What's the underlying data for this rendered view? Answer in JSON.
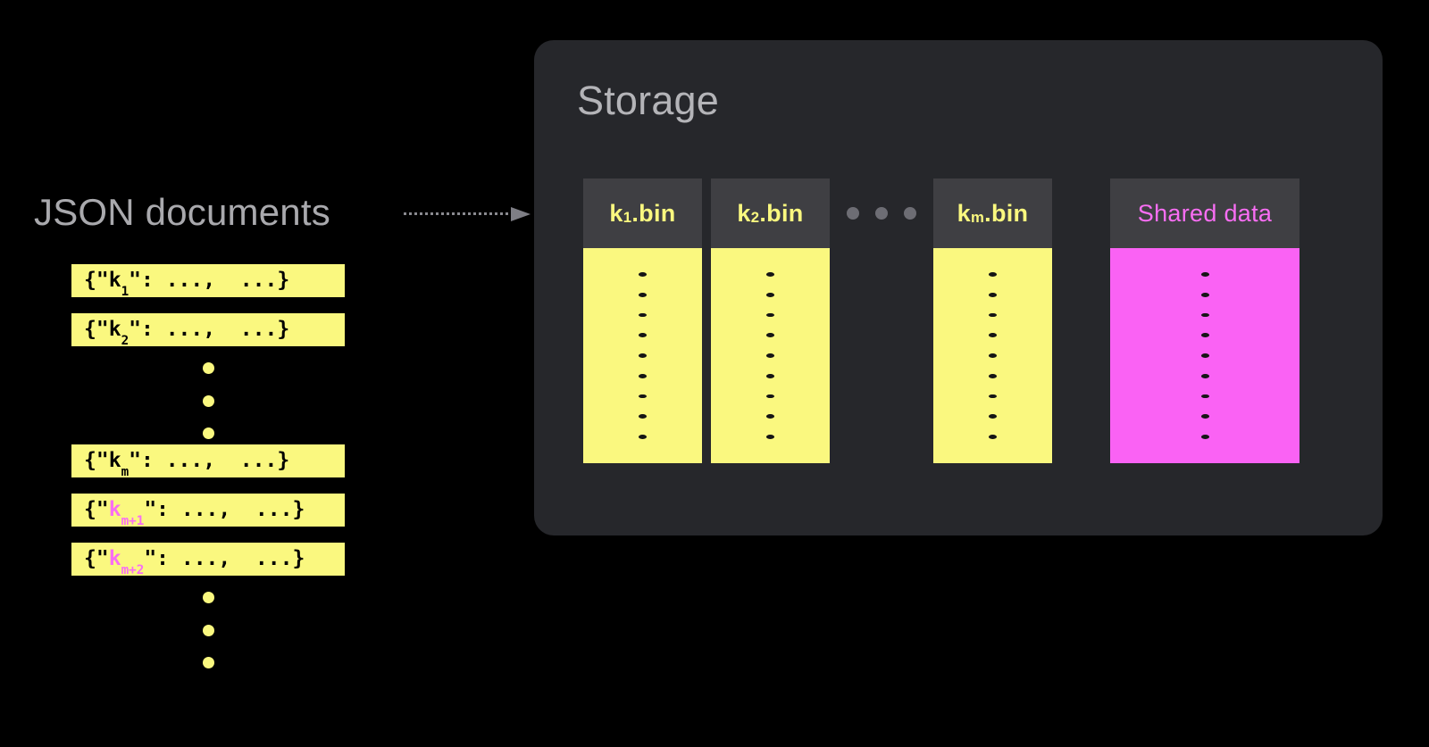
{
  "diagram": {
    "background_color": "#000000",
    "accent_yellow": "#faf87f",
    "accent_magenta": "#fa62f4",
    "panel_color": "#26272b",
    "header_color": "#3f3f43",
    "muted_text_color": "#b4b4b8"
  },
  "left": {
    "label": "JSON documents",
    "documents": [
      {
        "prefix": "{\"",
        "key": "k",
        "subscript": "1",
        "key_color": "black",
        "suffix": "\": ...,  ...}"
      },
      {
        "prefix": "{\"",
        "key": "k",
        "subscript": "2",
        "key_color": "black",
        "suffix": "\": ...,  ...}"
      },
      {
        "prefix": "{\"",
        "key": "k",
        "subscript": "m",
        "key_color": "black",
        "suffix": "\": ...,  ...}"
      },
      {
        "prefix": "{\"",
        "key": "k",
        "subscript": "m+1",
        "key_color": "magenta",
        "suffix": "\": ...,  ...}"
      },
      {
        "prefix": "{\"",
        "key": "k",
        "subscript": "m+2",
        "key_color": "magenta",
        "suffix": "\": ...,  ...}"
      }
    ],
    "ellipsis_dot_count": 3
  },
  "arrow": {
    "style": "dotted",
    "direction": "left-to-right",
    "color": "#8a8a90"
  },
  "storage": {
    "title": "Storage",
    "columns": [
      {
        "name": "k",
        "subscript": "1",
        "extension": ".bin",
        "label": "k1.bin",
        "kind": "bin",
        "body_color": "#faf87f",
        "dot_count": 9
      },
      {
        "name": "k",
        "subscript": "2",
        "extension": ".bin",
        "label": "k2.bin",
        "kind": "bin",
        "body_color": "#faf87f",
        "dot_count": 9
      },
      {
        "name": "k",
        "subscript": "m",
        "extension": ".bin",
        "label": "km.bin",
        "kind": "bin",
        "body_color": "#faf87f",
        "dot_count": 9
      },
      {
        "name": "Shared data",
        "subscript": "",
        "extension": "",
        "label": "Shared data",
        "kind": "shared",
        "body_color": "#fa62f4",
        "dot_count": 9
      }
    ],
    "gap_ellipsis_dot_count": 3
  }
}
